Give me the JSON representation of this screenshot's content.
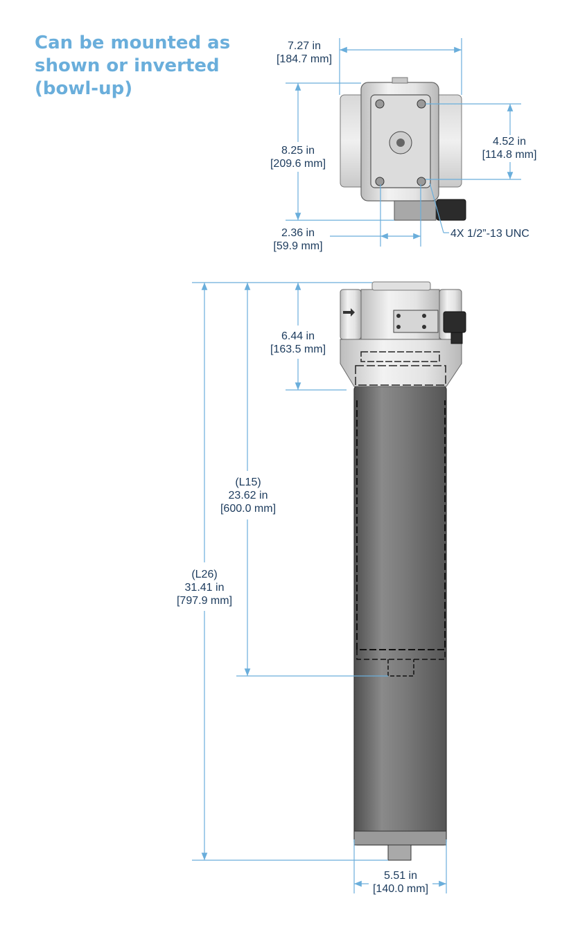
{
  "note": {
    "line1": "Can be mounted as",
    "line2": "shown or inverted",
    "line3": "(bowl-up)"
  },
  "dimensions": {
    "top_width": {
      "imperial": "7.27 in",
      "metric": "[184.7 mm]"
    },
    "top_height": {
      "imperial": "8.25 in",
      "metric": "[209.6 mm]"
    },
    "bolt_spacing_vertical": {
      "imperial": "4.52 in",
      "metric": "[114.8 mm]"
    },
    "bolt_spacing_horizontal": {
      "imperial": "2.36 in",
      "metric": "[59.9 mm]"
    },
    "thread": "4X 1/2”-13 UNC",
    "head_height": {
      "imperial": "6.44 in",
      "metric": "[163.5 mm]"
    },
    "l15": {
      "ref": "(L15)",
      "imperial": "23.62 in",
      "metric": "[600.0 mm]"
    },
    "l26": {
      "ref": "(L26)",
      "imperial": "31.41 in",
      "metric": "[797.9 mm]"
    },
    "bowl_width": {
      "imperial": "5.51 in",
      "metric": "[140.0 mm]"
    }
  },
  "colors": {
    "dimension_line": "#6aaedb",
    "text": "#1b3a5c",
    "bowl": "#6e6e6e",
    "housing": "#e6e6e6"
  }
}
